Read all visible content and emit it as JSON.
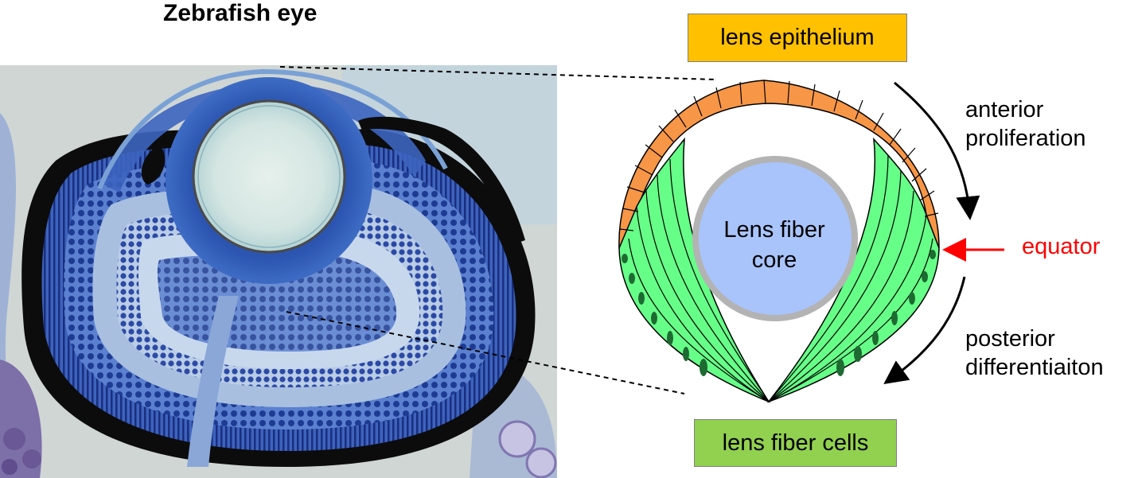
{
  "title": "Zebrafish eye",
  "labels": {
    "lens_epithelium": "lens epithelium",
    "lens_fiber_cells": "lens fiber cells",
    "anterior_line1": "anterior",
    "anterior_line2": "proliferation",
    "posterior_line1": "posterior",
    "posterior_line2": "differentiaiton",
    "equator": "equator",
    "core_line1": "Lens fiber",
    "core_line2": "core"
  },
  "colors": {
    "epithelium": "#f79646",
    "epithelium_box": "#ffc000",
    "fiber_cells": "#66ff88",
    "fiber_box": "#92d050",
    "nucleus": "#1e6b32",
    "core": "#a9c4fb",
    "core_ring": "#b3b3b3",
    "equator_arrow": "#ff0000",
    "tissue_blue": "#1f3f99",
    "pigment": "#0a0a0a",
    "background_tissue": "#c9d3d6"
  }
}
